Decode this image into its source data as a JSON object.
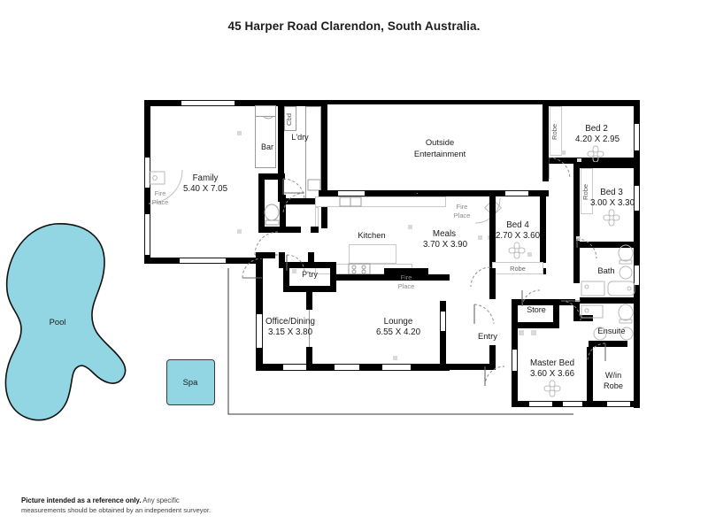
{
  "page": {
    "title": "45 Harper Road Clarendon, South Australia.",
    "footer_bold": "Picture intended as a reference only.",
    "footer_rest": " Any specific",
    "footer_line2": "measurements should be obtained by an independent surveyor."
  },
  "colors": {
    "water": "#92d6e4",
    "wall": "#000000",
    "fixture": "#b9b9b9",
    "text": "#1b1b1b"
  },
  "rooms": [
    {
      "name": "Family",
      "dim": "5.40 X 7.05"
    },
    {
      "name": "Bar",
      "dim": ""
    },
    {
      "name": "Cbd",
      "dim": ""
    },
    {
      "name": "L'dry",
      "dim": ""
    },
    {
      "name": "Outside Entertainment",
      "dim": ""
    },
    {
      "name": "Kitchen",
      "dim": ""
    },
    {
      "name": "Meals",
      "dim": "3.70 X 3.90"
    },
    {
      "name": "Bed 2",
      "dim": "4.20 X 2.95"
    },
    {
      "name": "Bed 3",
      "dim": "3.00 X 3.30"
    },
    {
      "name": "Bed 4",
      "dim": "2.70 X 3.60"
    },
    {
      "name": "Bath",
      "dim": ""
    },
    {
      "name": "Ensuite",
      "dim": ""
    },
    {
      "name": "W/in Robe",
      "dim": ""
    },
    {
      "name": "Master Bed",
      "dim": "3.60 X 3.66"
    },
    {
      "name": "Store",
      "dim": ""
    },
    {
      "name": "Entry",
      "dim": ""
    },
    {
      "name": "Lounge",
      "dim": "6.55 X 4.20"
    },
    {
      "name": "Office/Dining",
      "dim": "3.15 X 3.80"
    },
    {
      "name": "P'try",
      "dim": ""
    },
    {
      "name": "Robe",
      "dim": ""
    },
    {
      "name": "Fire Place",
      "dim": ""
    },
    {
      "name": "Pool",
      "dim": ""
    },
    {
      "name": "Spa",
      "dim": ""
    }
  ],
  "labels": {
    "family": "Family",
    "family_dim": "5.40 X 7.05",
    "bar": "Bar",
    "cbd": "Cbd",
    "ldry": "L'dry",
    "outside": "Outside",
    "entertain": "Entertainment",
    "kitchen": "Kitchen",
    "meals": "Meals",
    "meals_dim": "3.70 X 3.90",
    "bed2": "Bed 2",
    "bed2_dim": "4.20 X 2.95",
    "bed3": "Bed 3",
    "bed3_dim": "3.00 X 3.30",
    "bed4": "Bed 4",
    "bed4_dim": "2.70 X 3.60",
    "bath": "Bath",
    "ensuite": "Ensuite",
    "win": "W/in",
    "robe_word": "Robe",
    "master": "Master Bed",
    "master_dim": "3.60 X 3.66",
    "store": "Store",
    "entry": "Entry",
    "lounge": "Lounge",
    "lounge_dim": "6.55 X 4.20",
    "office": "Office/Dining",
    "office_dim": "3.15 X 3.80",
    "ptry": "P'try",
    "robe1": "Robe",
    "robe2": "Robe",
    "robe3": "Robe",
    "robe4": "Robe",
    "fire": "Fire",
    "place": "Place",
    "fire2": "Fire",
    "place2": "Place",
    "fire3": "Fire",
    "place3": "Place",
    "pool": "Pool",
    "spa": "Spa"
  }
}
